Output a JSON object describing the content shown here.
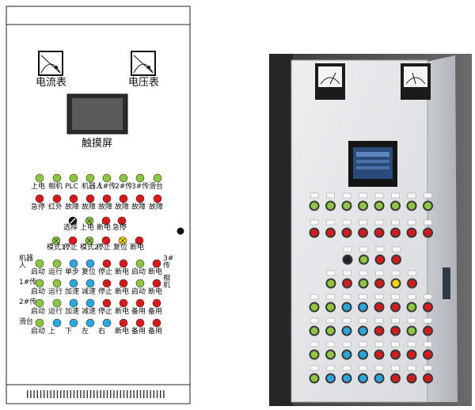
{
  "left_diagram": {
    "ammeter_label": "电流表",
    "voltmeter_label": "电压表",
    "touchscreen_label": "触摸屏",
    "rows": [
      {
        "lights": [
          {
            "color": "#8dc63f",
            "label": "上电"
          },
          {
            "color": "#8dc63f",
            "label": "相机"
          },
          {
            "color": "#8dc63f",
            "label": "PLC"
          },
          {
            "color": "#8dc63f",
            "label": "机器人"
          },
          {
            "color": "#8dc63f",
            "label": "1#传"
          },
          {
            "color": "#8dc63f",
            "label": "2#传"
          },
          {
            "color": "#8dc63f",
            "label": "3#传"
          },
          {
            "color": "#8dc63f",
            "label": "滑台"
          }
        ]
      },
      {
        "lights": [
          {
            "color": "#d7191c",
            "label": "急停"
          },
          {
            "color": "#d7191c",
            "label": "红外"
          },
          {
            "color": "#d7191c",
            "label": "故障"
          },
          {
            "color": "#d7191c",
            "label": "故障"
          },
          {
            "color": "#d7191c",
            "label": "故障"
          },
          {
            "color": "#d7191c",
            "label": "故障"
          },
          {
            "color": "#d7191c",
            "label": "故障"
          },
          {
            "color": "#d7191c",
            "label": "故障"
          }
        ]
      },
      {
        "lights": [
          {
            "color": "#111111",
            "label": "选择"
          },
          {
            "color": "#8dc63f",
            "label": "上电"
          },
          {
            "color": "#d7191c",
            "label": "断电"
          },
          {
            "color": "#d7191c",
            "label": "急停"
          }
        ]
      },
      {
        "lights": [
          {
            "color": "#8dc63f",
            "label": "模式1"
          },
          {
            "color": "#d7191c",
            "label": "停止"
          },
          {
            "color": "#8dc63f",
            "label": "模式2"
          },
          {
            "color": "#d7191c",
            "label": "停止"
          },
          {
            "color": "#f2d600",
            "label": "复位"
          },
          {
            "color": "#d7191c",
            "label": "断电"
          }
        ]
      },
      {
        "head": "机器人",
        "tail": "3#传",
        "lights": [
          {
            "color": "#8dc63f",
            "label": "启动"
          },
          {
            "color": "#8dc63f",
            "label": "运行"
          },
          {
            "color": "#2aa6e0",
            "label": "单步"
          },
          {
            "color": "#2aa6e0",
            "label": "复位"
          },
          {
            "color": "#d7191c",
            "label": "停止"
          },
          {
            "color": "#d7191c",
            "label": "断电"
          },
          {
            "color": "#8dc63f",
            "label": "启动"
          },
          {
            "color": "#d7191c",
            "label": "断电"
          }
        ]
      },
      {
        "head": "1#传",
        "tail": "相机",
        "lights": [
          {
            "color": "#8dc63f",
            "label": "启动"
          },
          {
            "color": "#8dc63f",
            "label": "运行"
          },
          {
            "color": "#2aa6e0",
            "label": "加速"
          },
          {
            "color": "#2aa6e0",
            "label": "减速"
          },
          {
            "color": "#d7191c",
            "label": "停止"
          },
          {
            "color": "#d7191c",
            "label": "断电"
          },
          {
            "color": "#8dc63f",
            "label": "启动"
          },
          {
            "color": "#d7191c",
            "label": "断电"
          }
        ]
      },
      {
        "head": "2#传",
        "lights": [
          {
            "color": "#8dc63f",
            "label": "启动"
          },
          {
            "color": "#8dc63f",
            "label": "运行"
          },
          {
            "color": "#2aa6e0",
            "label": "加速"
          },
          {
            "color": "#2aa6e0",
            "label": "减速"
          },
          {
            "color": "#d7191c",
            "label": "停止"
          },
          {
            "color": "#d7191c",
            "label": "断电"
          },
          {
            "color": "#d7191c",
            "label": "备用"
          },
          {
            "color": "#d7191c",
            "label": "备用"
          }
        ]
      },
      {
        "head": "滑台",
        "lights": [
          {
            "color": "#8dc63f",
            "label": "启动"
          },
          {
            "color": "#2aa6e0",
            "label": "上"
          },
          {
            "color": "#2aa6e0",
            "label": "下"
          },
          {
            "color": "#2aa6e0",
            "label": "左"
          },
          {
            "color": "#2aa6e0",
            "label": "右"
          },
          {
            "color": "#d7191c",
            "label": "断电"
          },
          {
            "color": "#d7191c",
            "label": "备用"
          },
          {
            "color": "#d7191c",
            "label": "备用"
          }
        ]
      }
    ]
  },
  "colors": {
    "green": "#8dc63f",
    "red": "#d7191c",
    "blue": "#2aa6e0",
    "yellow": "#f2d600",
    "panel_photo": "#e4e6e8"
  }
}
